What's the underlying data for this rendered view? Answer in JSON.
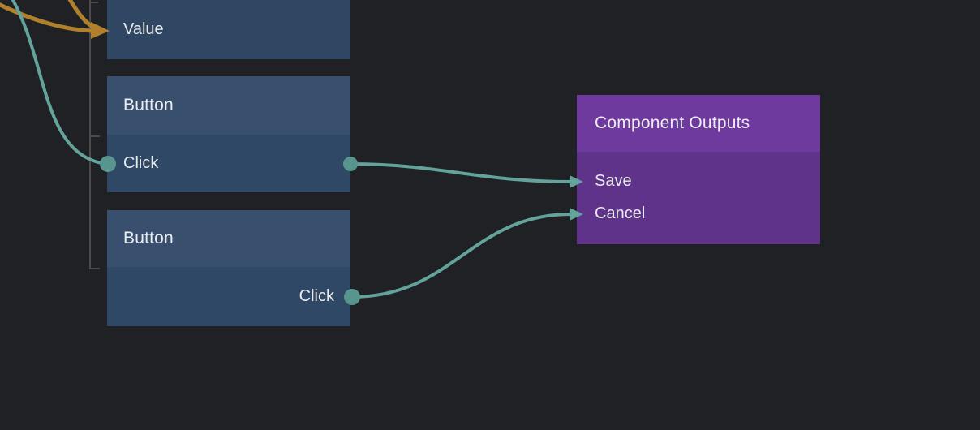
{
  "palette": {
    "background": "#202124",
    "node_header_blue": "#38506E",
    "node_body_blue": "#2F4865",
    "node_header_purple": "#6E3A9E",
    "node_body_purple": "#5E3389",
    "edge_teal": "#63A39B",
    "port_teal": "#57958E",
    "edge_orange": "#B0802C",
    "guide_gray": "#4B4B4E",
    "text": "#EAEBEE"
  },
  "nodes": {
    "value": {
      "row_label": "Value"
    },
    "button1": {
      "title": "Button",
      "row_label": "Click"
    },
    "button2": {
      "title": "Button",
      "row_label": "Click"
    },
    "component_outputs": {
      "title": "Component Outputs",
      "rows": [
        "Save",
        "Cancel"
      ]
    }
  },
  "edges": [
    {
      "from": "offscreen-top-left",
      "to": "value.Value",
      "color": "orange",
      "ends_with": "arrowhead"
    },
    {
      "from": "offscreen-top",
      "to": "value.Value",
      "color": "orange",
      "ends_with": "arrowhead"
    },
    {
      "from": "offscreen-top-left",
      "to": "button1.Click.left-port",
      "color": "teal",
      "ends_with": "port-dot"
    },
    {
      "from": "button1.Click",
      "to": "component_outputs.Save",
      "color": "teal",
      "ends_with": "arrowhead"
    },
    {
      "from": "button2.Click",
      "to": "component_outputs.Cancel",
      "color": "teal",
      "ends_with": "arrowhead"
    }
  ]
}
